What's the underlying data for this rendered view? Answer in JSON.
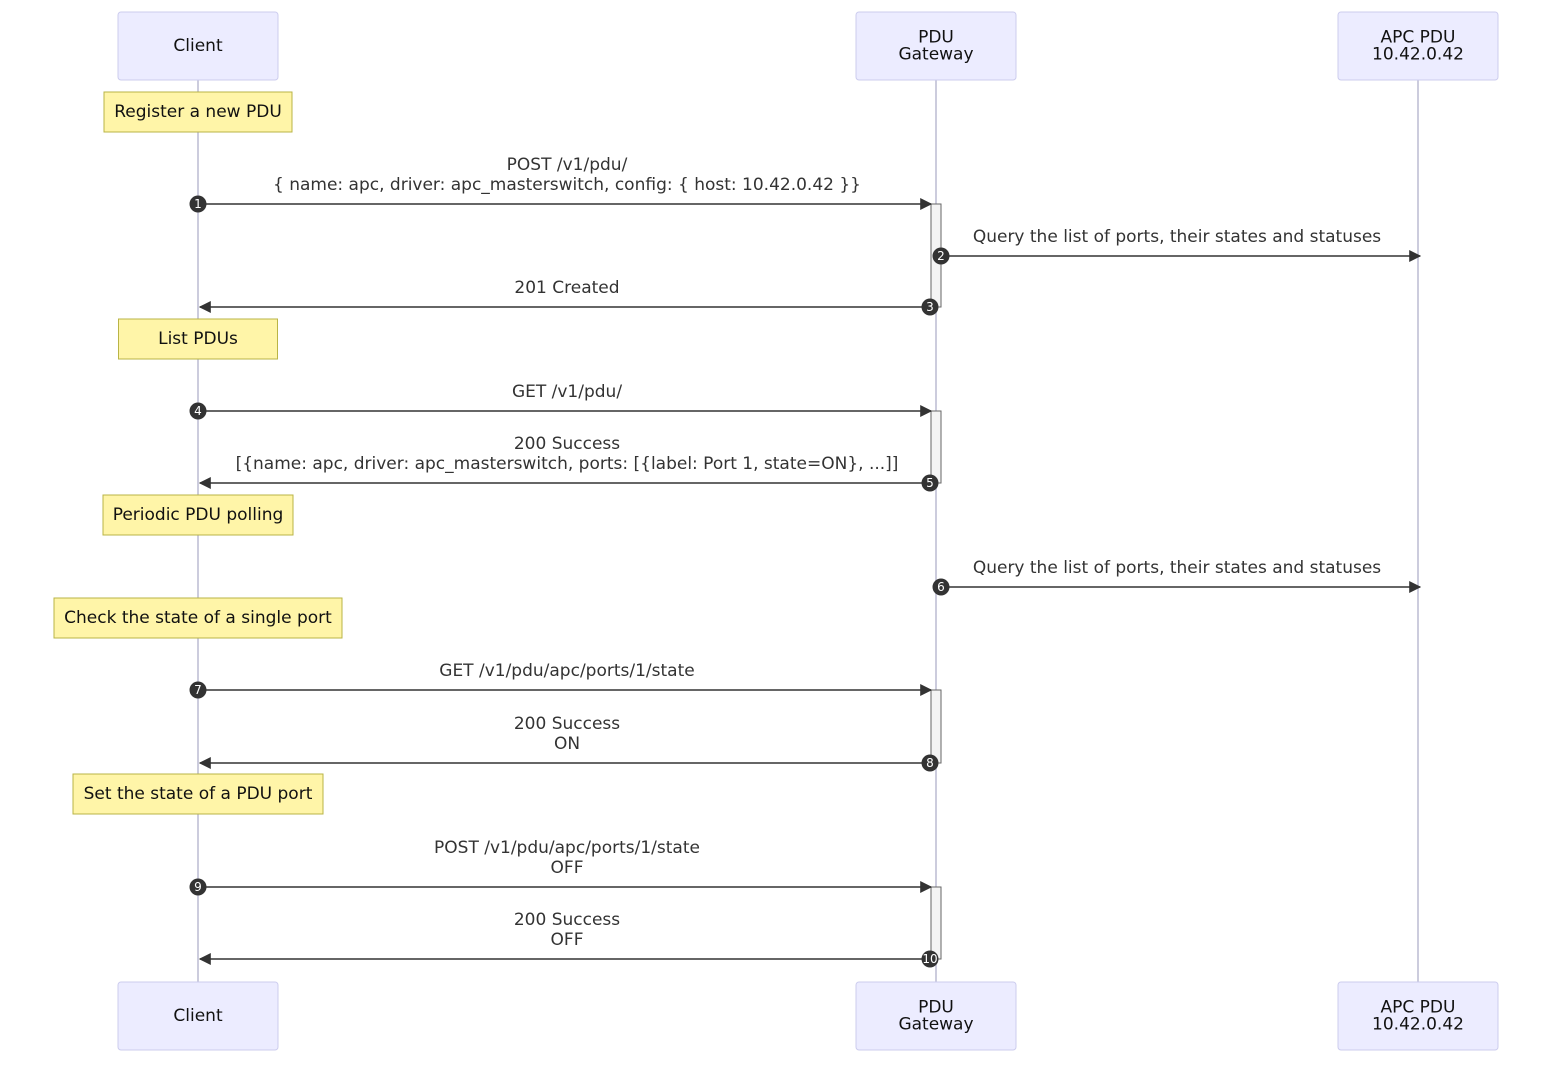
{
  "actors": [
    {
      "id": "client",
      "lines": [
        "Client"
      ]
    },
    {
      "id": "gateway",
      "lines": [
        "PDU",
        "Gateway"
      ]
    },
    {
      "id": "apc",
      "lines": [
        "APC PDU",
        "10.42.0.42"
      ]
    }
  ],
  "notes": [
    {
      "text": "Register a new PDU"
    },
    {
      "text": "List PDUs"
    },
    {
      "text": "Periodic PDU polling"
    },
    {
      "text": "Check the state of a single port"
    },
    {
      "text": "Set the state of a PDU port"
    }
  ],
  "messages": [
    {
      "seq": "1",
      "from": "client",
      "to": "gateway",
      "lines": [
        "POST /v1/pdu/",
        "{ name: apc, driver: apc_masterswitch, config: { host: 10.42.0.42 }}"
      ]
    },
    {
      "seq": "2",
      "from": "gateway",
      "to": "apc",
      "lines": [
        "Query the list of ports, their states and statuses"
      ]
    },
    {
      "seq": "3",
      "from": "gateway",
      "to": "client",
      "lines": [
        "201 Created"
      ]
    },
    {
      "seq": "4",
      "from": "client",
      "to": "gateway",
      "lines": [
        "GET /v1/pdu/"
      ]
    },
    {
      "seq": "5",
      "from": "gateway",
      "to": "client",
      "lines": [
        "200 Success",
        "[{name: apc, driver: apc_masterswitch, ports: [{label: Port 1, state=ON}, ...]]"
      ]
    },
    {
      "seq": "6",
      "from": "gateway",
      "to": "apc",
      "lines": [
        "Query the list of ports, their states and statuses"
      ]
    },
    {
      "seq": "7",
      "from": "client",
      "to": "gateway",
      "lines": [
        "GET /v1/pdu/apc/ports/1/state"
      ]
    },
    {
      "seq": "8",
      "from": "gateway",
      "to": "client",
      "lines": [
        "200 Success",
        "ON"
      ]
    },
    {
      "seq": "9",
      "from": "client",
      "to": "gateway",
      "lines": [
        "POST /v1/pdu/apc/ports/1/state",
        "OFF"
      ]
    },
    {
      "seq": "10",
      "from": "gateway",
      "to": "client",
      "lines": [
        "200 Success",
        "OFF"
      ]
    }
  ],
  "colors": {
    "actor_fill": "#ececff",
    "note_fill": "#fff5a8",
    "arrow": "#333333"
  }
}
